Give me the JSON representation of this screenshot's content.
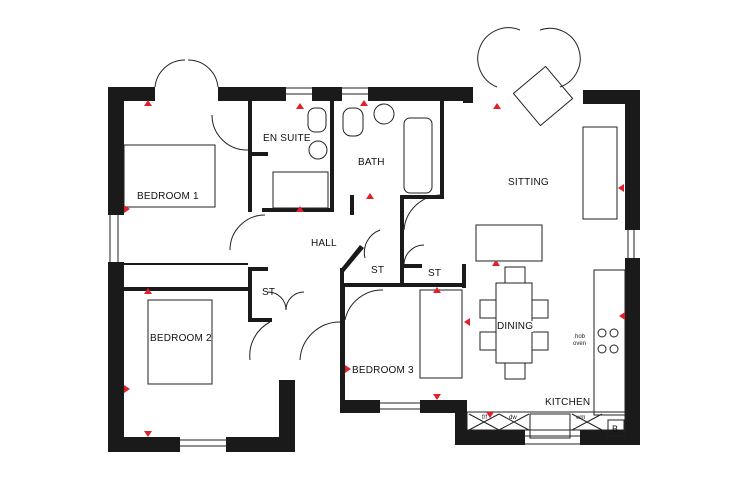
{
  "rooms": {
    "bedroom1": "BEDROOM 1",
    "en_suite": "EN SUITE",
    "bath": "BATH",
    "sitting": "SITTING",
    "hall": "HALL",
    "st1": "ST",
    "st2": "ST",
    "st3": "ST",
    "bedroom2": "BEDROOM 2",
    "bedroom3": "BEDROOM 3",
    "dining": "DINING",
    "kitchen": "KITCHEN"
  },
  "kitchen_fittings": {
    "hob": "hob",
    "oven": "oven",
    "ff": "f/f",
    "dw": "dw",
    "wm": "wm",
    "boiler": "B"
  },
  "colors": {
    "wall": "#1a1a1a",
    "marker": "#e0202a",
    "line": "#222222"
  }
}
